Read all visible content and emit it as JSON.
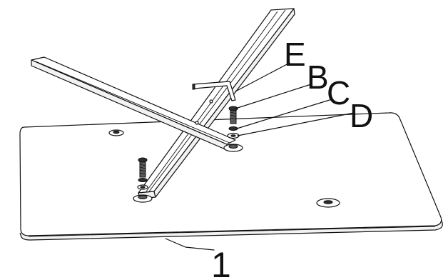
{
  "labels": {
    "tabletop": "1",
    "allen_key": "E",
    "screw": "B",
    "spring_washer": "C",
    "flat_washer": "D"
  }
}
